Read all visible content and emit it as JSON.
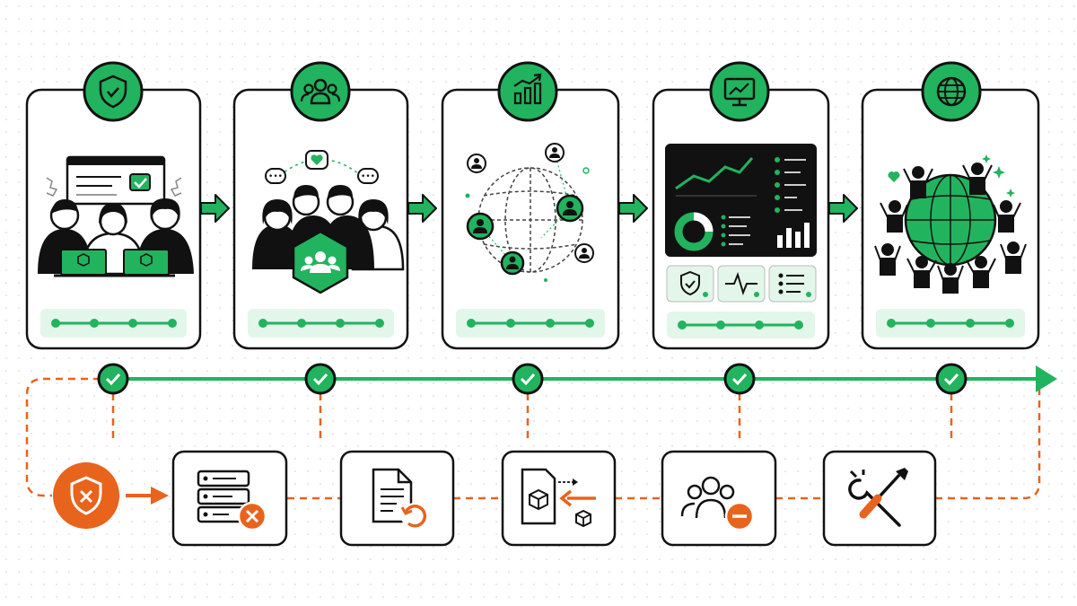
{
  "colors": {
    "accent": "#22b35e",
    "accent_light": "#e3f6ea",
    "accent_dark": "#178a45",
    "failure": "#e8631c",
    "ink": "#111111",
    "paper": "#ffffff"
  },
  "success_path": {
    "stages": [
      {
        "badge_icon": "shield-check-icon",
        "illustration": "team-at-laptops-with-approved-window",
        "progress_dots": 4
      },
      {
        "badge_icon": "community-group-icon",
        "illustration": "group-chatting-with-community-badge",
        "progress_dots": 4
      },
      {
        "badge_icon": "growth-bar-chart-icon",
        "illustration": "global-user-network-wireframe-globe",
        "progress_dots": 4
      },
      {
        "badge_icon": "monitor-trend-icon",
        "illustration": "analytics-dashboard-with-status-tiles",
        "progress_dots": 4
      },
      {
        "badge_icon": "globe-icon",
        "illustration": "crowd-celebrating-around-globe",
        "progress_dots": 4
      }
    ],
    "milestone_icon": "check-icon",
    "arrow_icon": "arrow-right-icon"
  },
  "failure_path": {
    "start_icon": "shield-x-icon",
    "steps": [
      {
        "icon": "server-error-icon"
      },
      {
        "icon": "document-rollback-icon"
      },
      {
        "icon": "package-reverted-icon"
      },
      {
        "icon": "user-group-remove-icon"
      },
      {
        "icon": "wrench-screwdriver-icon"
      }
    ]
  }
}
